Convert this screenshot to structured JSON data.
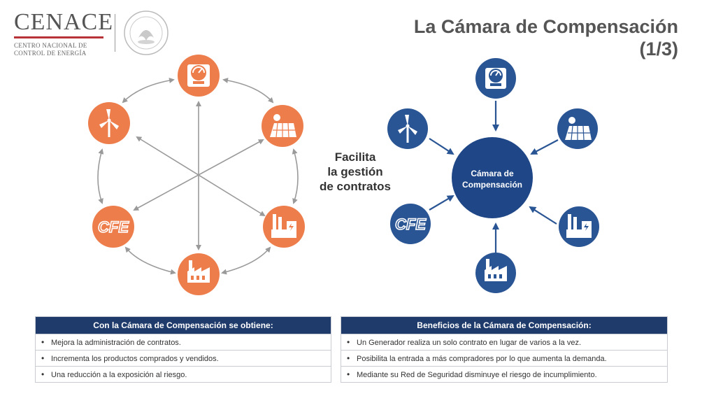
{
  "header": {
    "logo_text": "CENACE",
    "logo_sub_1": "CENTRO NACIONAL DE",
    "logo_sub_2": "CONTROL DE ENERGÍA",
    "title_line_1": "La Cámara de Compensación",
    "title_line_2": "(1/3)"
  },
  "center_text": {
    "line_1": "Facilita",
    "line_2": "la gestión",
    "line_3": "de contratos"
  },
  "hub": {
    "line_1": "Cámara de",
    "line_2": "Compensación"
  },
  "nodes": {
    "cfe_label": "CFE"
  },
  "colors": {
    "orange": "#ee7d4c",
    "blue": "#2a5594",
    "hub_blue": "#1f4787",
    "arrow_grey": "#9a9a9a",
    "panel_header": "#1f3b6b",
    "brand_red": "#b8323a"
  },
  "icons": [
    "meter-icon",
    "solar-panel-icon",
    "power-plant-icon",
    "factory-icon",
    "cfe-logo-icon",
    "wind-turbine-icon"
  ],
  "left_panel": {
    "header": "Con la Cámara de Compensación se obtiene:",
    "items": [
      "Mejora la administración de contratos.",
      "Incrementa los productos comprados y vendidos.",
      "Una reducción a la exposición al riesgo."
    ]
  },
  "right_panel": {
    "header": "Beneficios de la Cámara de Compensación:",
    "items": [
      "Un Generador realiza un solo contrato en lugar de varios a la vez.",
      "Posibilita la entrada a más compradores por lo que aumenta la demanda.",
      "Mediante su Red de Seguridad disminuye el riesgo de incumplimiento."
    ]
  }
}
